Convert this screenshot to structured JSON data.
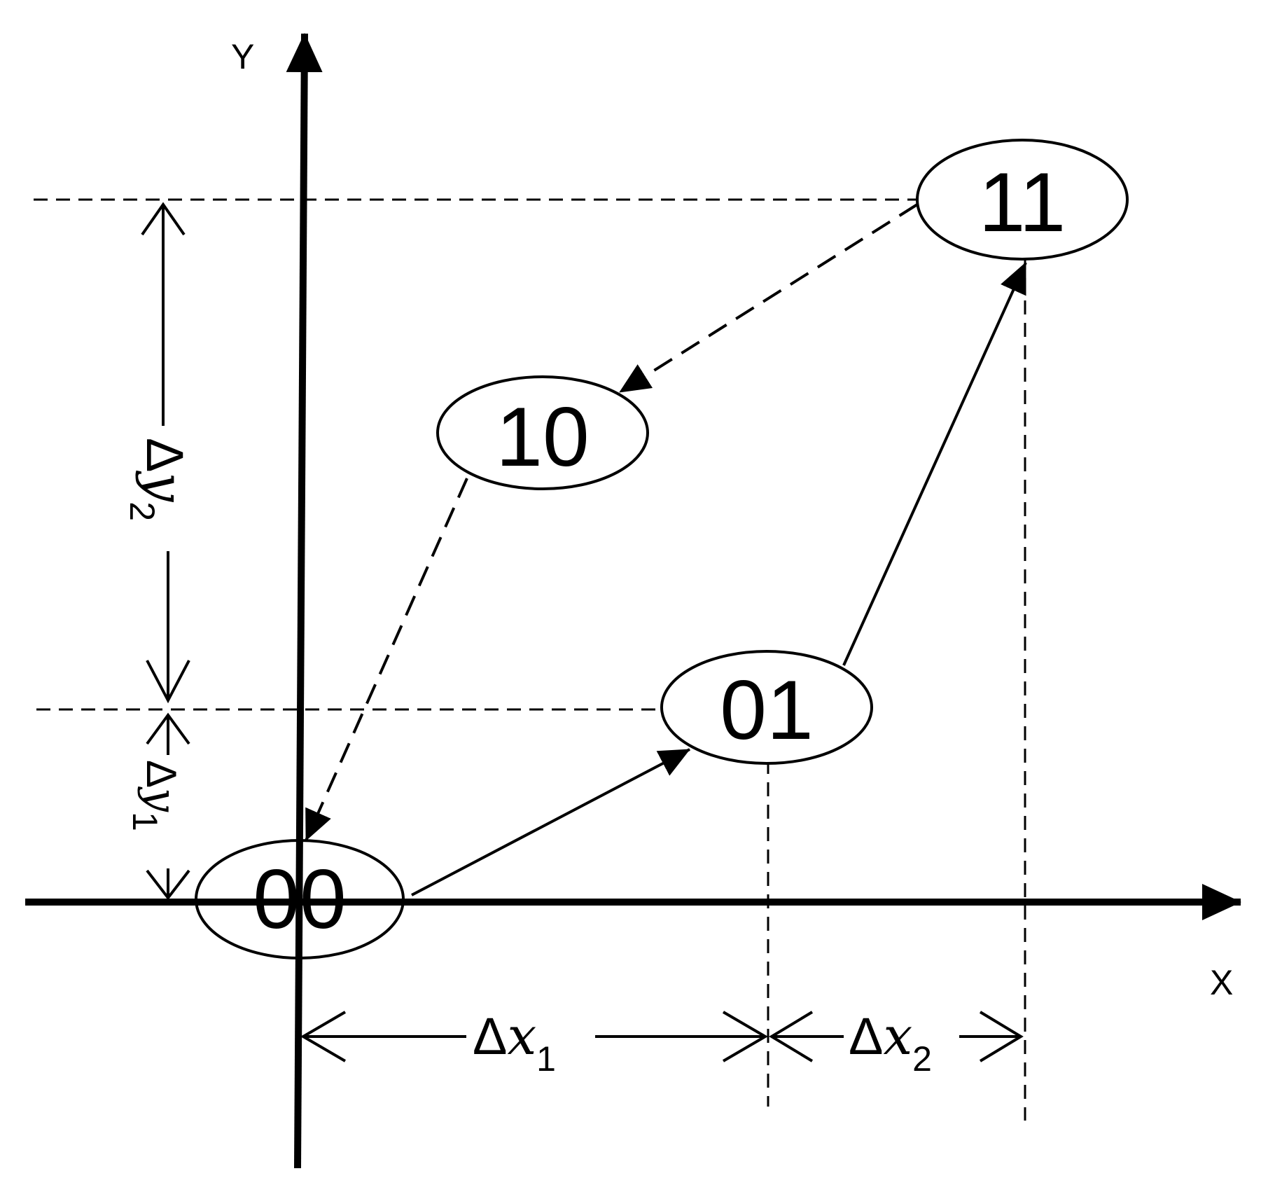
{
  "axes": {
    "x_label": "X",
    "y_label": "Y"
  },
  "states": [
    {
      "id": "s00",
      "label": "00"
    },
    {
      "id": "s01",
      "label": "01"
    },
    {
      "id": "s10",
      "label": "10"
    },
    {
      "id": "s11",
      "label": "11"
    }
  ],
  "transitions": [
    {
      "from": "00",
      "to": "01",
      "style": "solid"
    },
    {
      "from": "01",
      "to": "11",
      "style": "solid"
    },
    {
      "from": "11",
      "to": "10",
      "style": "dashed"
    },
    {
      "from": "10",
      "to": "00",
      "style": "dashed"
    }
  ],
  "dimensions": {
    "dx1": {
      "delta": "Δ",
      "var": "x",
      "sub": "1"
    },
    "dx2": {
      "delta": "Δ",
      "var": "x",
      "sub": "2"
    },
    "dy1": {
      "delta": "Δ",
      "var": "y",
      "sub": "1"
    },
    "dy2": {
      "delta": "Δ",
      "var": "y",
      "sub": "2"
    }
  },
  "colors": {
    "stroke": "#000000",
    "background": "#ffffff"
  }
}
